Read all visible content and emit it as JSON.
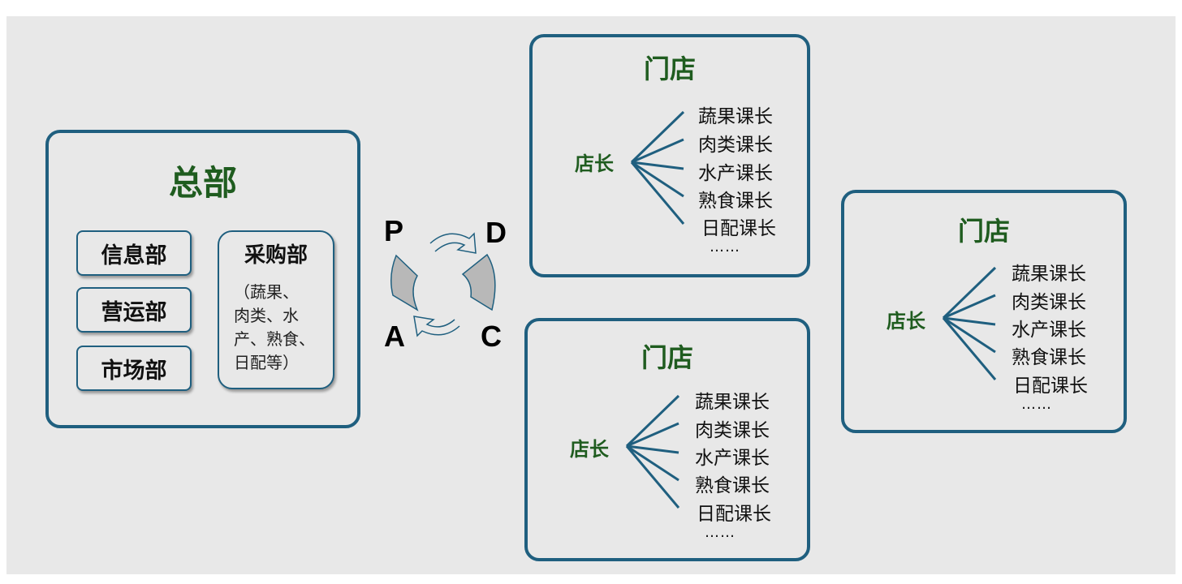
{
  "headquarters": {
    "title": "总部",
    "departments": [
      "信息部",
      "营运部",
      "市场部"
    ],
    "purchasing": {
      "title": "采购部",
      "note_lines": [
        "（蔬果、",
        "肉类、水",
        "产、熟食、",
        "日配等）"
      ]
    }
  },
  "cycle": {
    "labels": {
      "p": "P",
      "d": "D",
      "c": "C",
      "a": "A"
    }
  },
  "stores": [
    {
      "title": "门店",
      "manager": "店长",
      "chiefs": [
        "蔬果课长",
        "肉类课长",
        "水产课长",
        "熟食课长",
        "日配课长"
      ],
      "more": "……"
    },
    {
      "title": "门店",
      "manager": "店长",
      "chiefs": [
        "蔬果课长",
        "肉类课长",
        "水产课长",
        "熟食课长",
        "日配课长"
      ],
      "more": "……"
    },
    {
      "title": "门店",
      "manager": "店长",
      "chiefs": [
        "蔬果课长",
        "肉类课长",
        "水产课长",
        "熟食课长",
        "日配课长"
      ],
      "more": "……"
    }
  ],
  "colors": {
    "border": "#1f5f7f",
    "title_green": "#1f5c1f",
    "background": "#e8e8e8",
    "arrow_fill": "#b8b8b8"
  }
}
